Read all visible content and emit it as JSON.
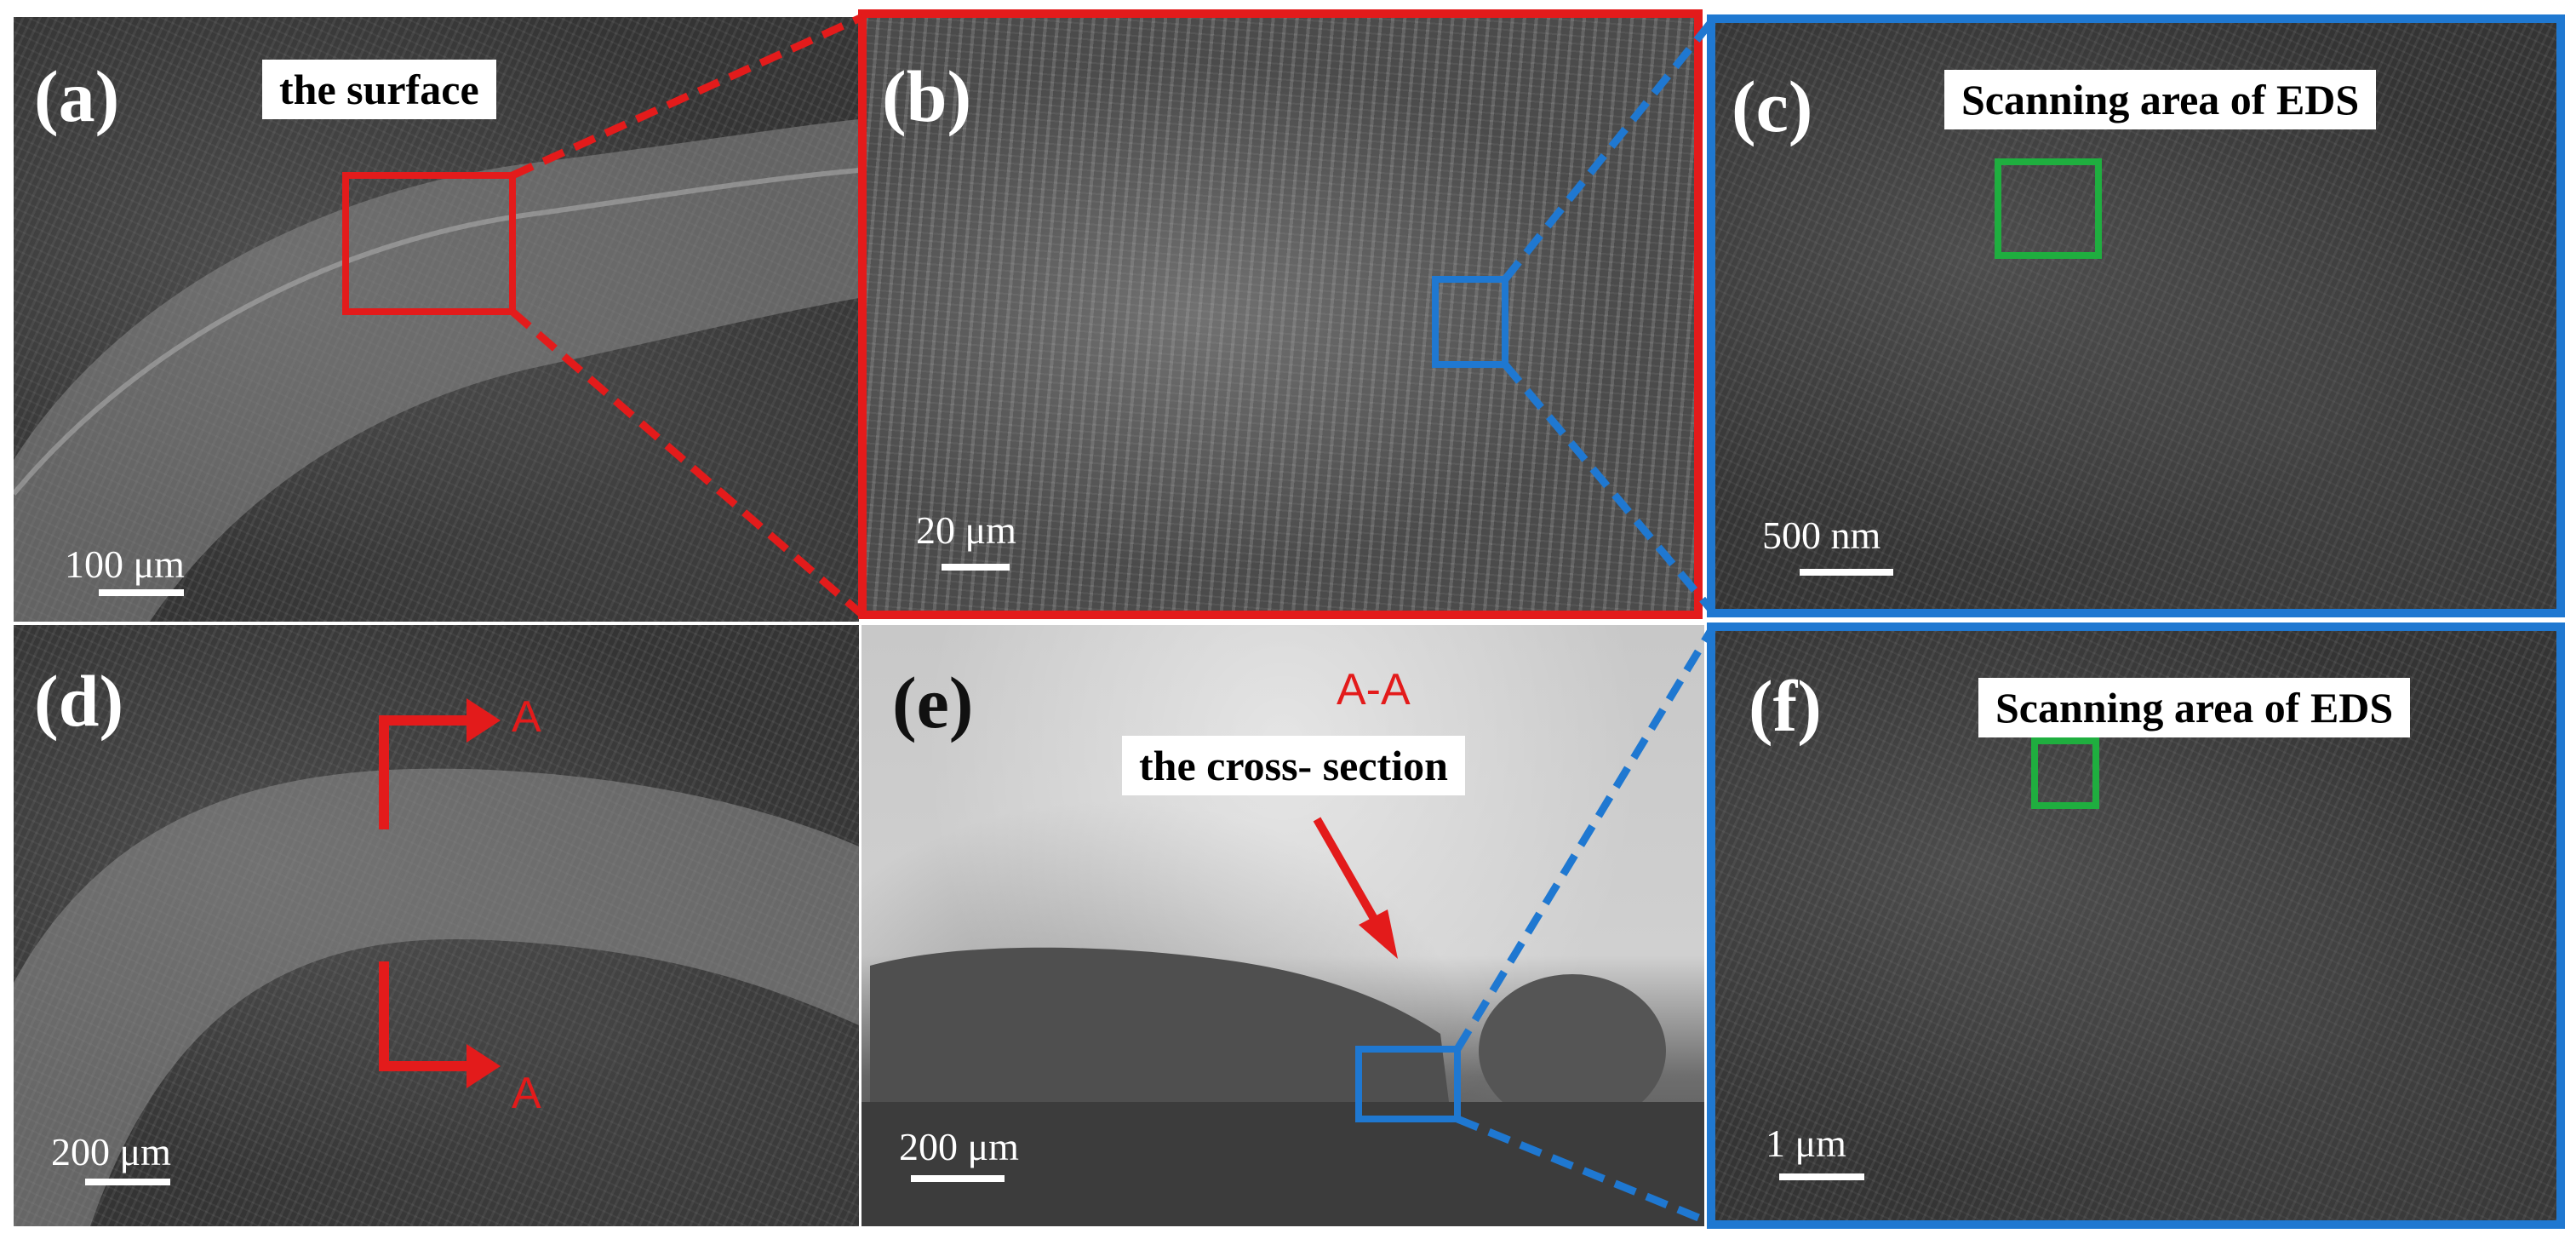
{
  "panels": {
    "a": {
      "letter": "(a)",
      "tag": "the surface",
      "scale": "100 μm"
    },
    "b": {
      "letter": "(b)",
      "scale": "20 μm"
    },
    "c": {
      "letter": "(c)",
      "tag": "Scanning area of EDS",
      "scale": "500 nm"
    },
    "d": {
      "letter": "(d)",
      "section_mark_top": "A",
      "section_mark_bottom": "A",
      "scale": "200 μm"
    },
    "e": {
      "letter": "(e)",
      "section_label": "A-A",
      "tag": "the cross- section",
      "scale": "200 μm"
    },
    "f": {
      "letter": "(f)",
      "tag": "Scanning area of EDS",
      "scale": "1 μm"
    }
  },
  "colors": {
    "red": "#e31b1b",
    "blue": "#1f78d1",
    "green": "#1fae3f",
    "white": "#ffffff"
  }
}
